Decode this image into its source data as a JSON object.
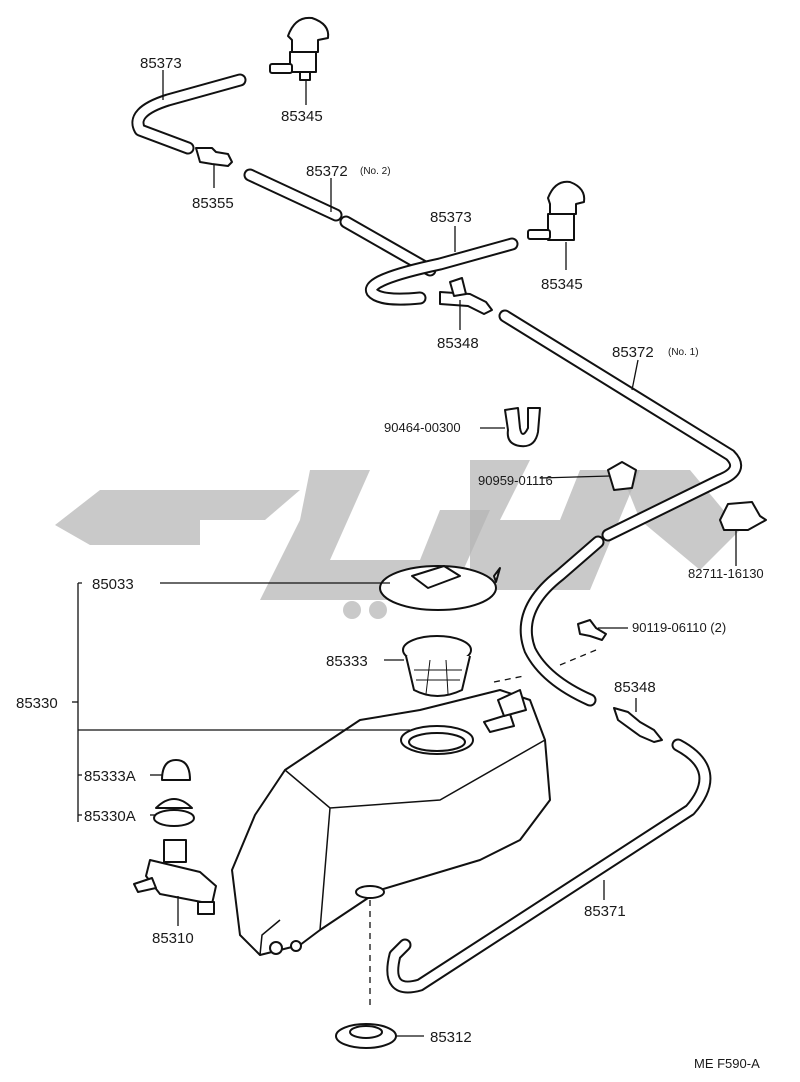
{
  "diagram": {
    "parts": {
      "p85373_top": "85373",
      "p85345_top": "85345",
      "p85355": "85355",
      "p85372_no2": "85372",
      "p85372_no2_note": "(No. 2)",
      "p85373_mid": "85373",
      "p85345_mid": "85345",
      "p85348_top": "85348",
      "p85372_no1": "85372",
      "p85372_no1_note": "(No. 1)",
      "p90464": "90464-00300",
      "p90959": "90959-01116",
      "p82711": "82711-16130",
      "p85033": "85033",
      "p90119": "90119-06110 (2)",
      "p85333": "85333",
      "p85348_low": "85348",
      "p85330": "85330",
      "p85333A": "85333A",
      "p85330A": "85330A",
      "p85310": "85310",
      "p85371": "85371",
      "p85312": "85312"
    },
    "footer_code": "ME  F590-A"
  },
  "colors": {
    "line": "#111111",
    "watermark": "#b4b4b4",
    "background": "#ffffff"
  }
}
